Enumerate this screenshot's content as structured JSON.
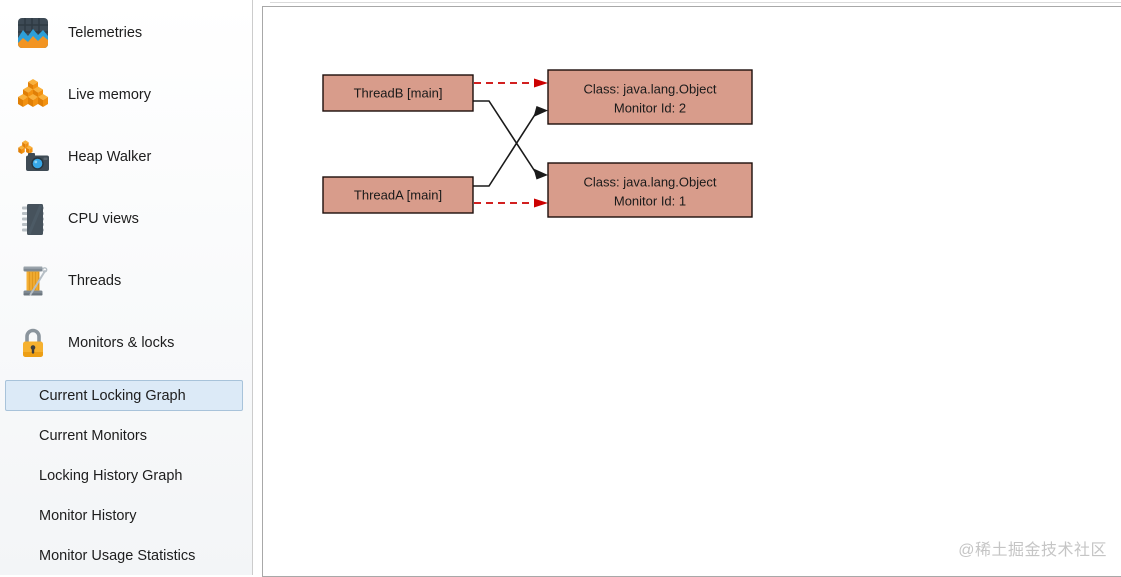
{
  "sidebar": {
    "items": [
      {
        "label": "Telemetries",
        "icon": "telemetries-icon"
      },
      {
        "label": "Live memory",
        "icon": "live-memory-icon"
      },
      {
        "label": "Heap Walker",
        "icon": "heap-walker-icon"
      },
      {
        "label": "CPU views",
        "icon": "cpu-views-icon"
      },
      {
        "label": "Threads",
        "icon": "threads-icon"
      },
      {
        "label": "Monitors & locks",
        "icon": "monitors-locks-icon"
      }
    ],
    "subitems": [
      {
        "label": "Current Locking Graph",
        "selected": true
      },
      {
        "label": "Current Monitors",
        "selected": false
      },
      {
        "label": "Locking History Graph",
        "selected": false
      },
      {
        "label": "Monitor History",
        "selected": false
      },
      {
        "label": "Monitor Usage Statistics",
        "selected": false
      }
    ]
  },
  "diagram": {
    "nodes": {
      "thread_b": {
        "label": "ThreadB [main]"
      },
      "thread_a": {
        "label": "ThreadA [main]"
      },
      "monitor_2": {
        "line1": "Class: java.lang.Object",
        "line2": "Monitor Id: 2"
      },
      "monitor_1": {
        "line1": "Class: java.lang.Object",
        "line2": "Monitor Id: 1"
      }
    },
    "edges": [
      {
        "from": "ThreadB [main]",
        "to": "Monitor Id: 2",
        "style": "red-dashed-arrow"
      },
      {
        "from": "ThreadB [main]",
        "to": "Monitor Id: 1",
        "style": "black-solid-arrow"
      },
      {
        "from": "ThreadA [main]",
        "to": "Monitor Id: 2",
        "style": "black-solid-arrow"
      },
      {
        "from": "ThreadA [main]",
        "to": "Monitor Id: 1",
        "style": "red-dashed-arrow"
      }
    ],
    "colors": {
      "node_fill": "#d89c8b",
      "node_border": "#1c0d0a",
      "waiting_edge": "#cc0000",
      "holding_edge": "#1a1a1a"
    }
  },
  "watermark": {
    "text": "@稀土掘金技术社区",
    "color": "#c5c5c5"
  }
}
